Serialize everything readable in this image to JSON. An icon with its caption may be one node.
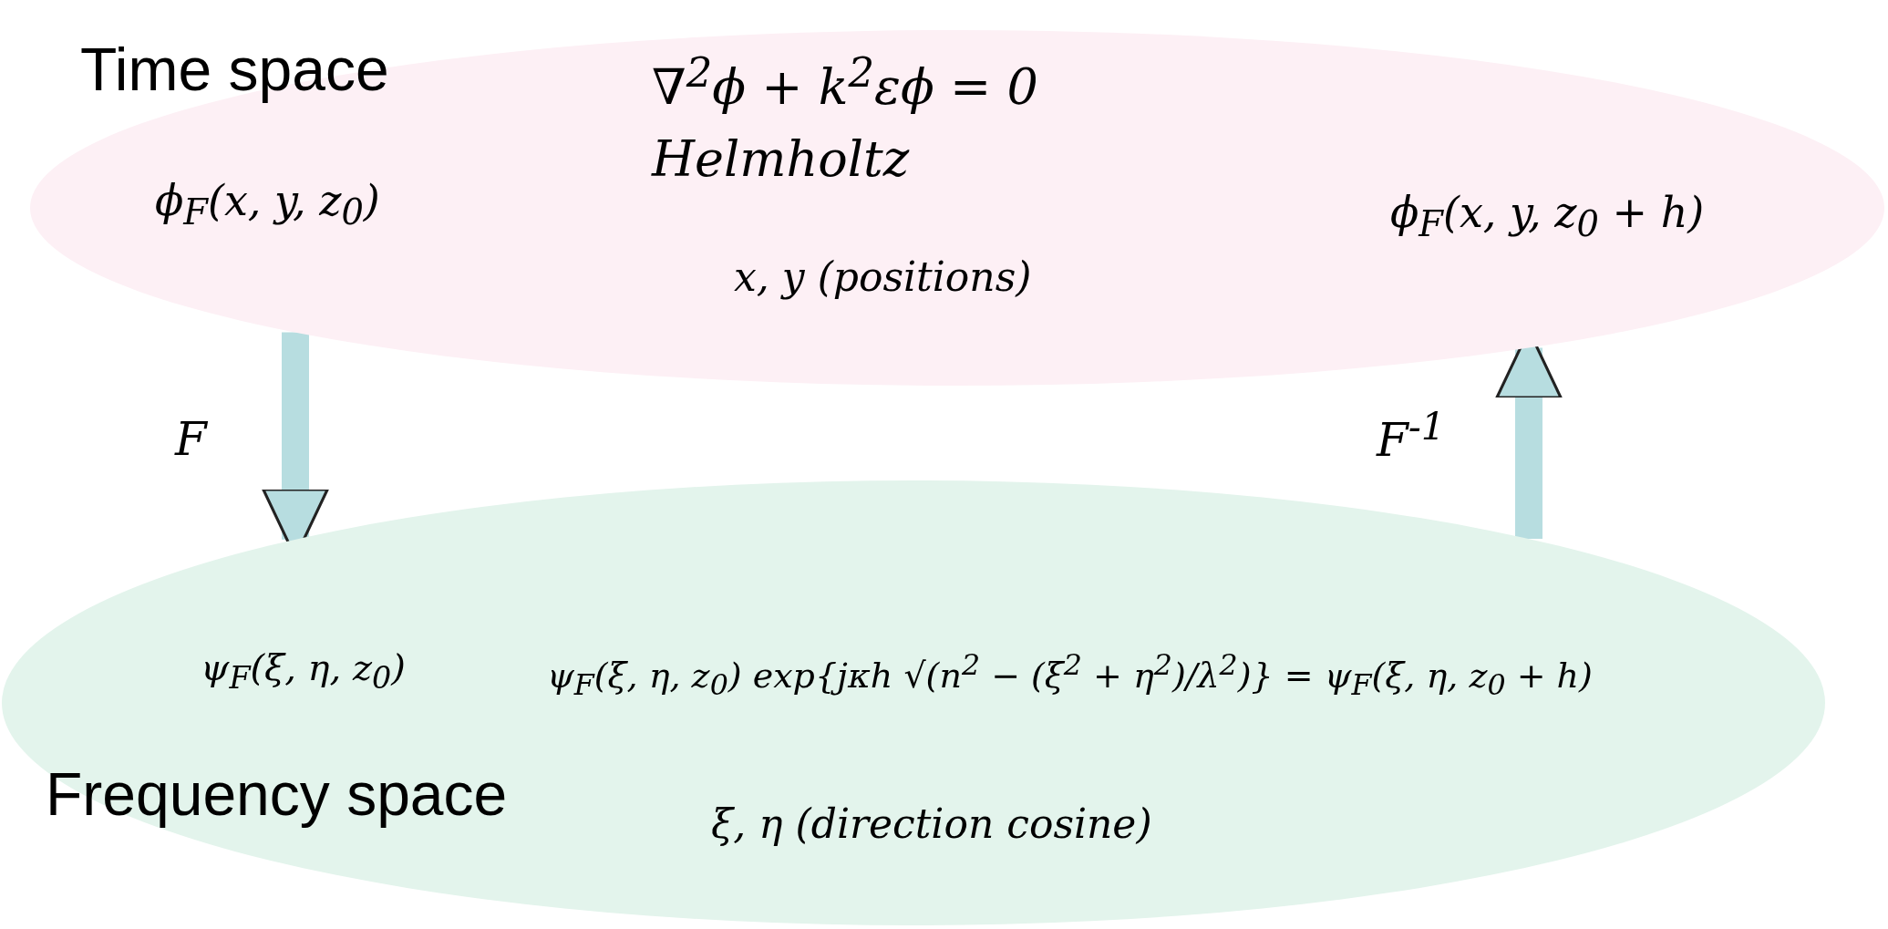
{
  "diagram": {
    "nodes": [
      {
        "text": [
          "Time space",
          "∇$^{2}$ϕ + k$^{2}$εϕ = 0",
          "Helmholtz",
          "ϕ$_{F}$(x, y, z$_{0}$)",
          "x, y (positions)",
          "ϕ$_{F}$(x, y, z$_{0}$ + h)"
        ]
      },
      {
        "text": [
          "ψ$_{F}$(ξ, η, z$_{0}$)",
          "ψ$_{F}$(ξ, η, z$_{0}$) exp{jκh √(n$^{2}$ − (ξ$^{2}$ + η$^{2}$)/λ$^{2}$)} = ψ$_{F}$(ξ, η, z$_{0}$ + h)",
          "Frequency space",
          "ξ, η (direction cosine)"
        ]
      }
    ],
    "edges": [
      {
        "from": 0,
        "to": 1,
        "arrow": "to",
        "label": "F"
      },
      {
        "from": 1,
        "to": 0,
        "arrow": "to",
        "label": "F$^{-1}$"
      }
    ]
  }
}
